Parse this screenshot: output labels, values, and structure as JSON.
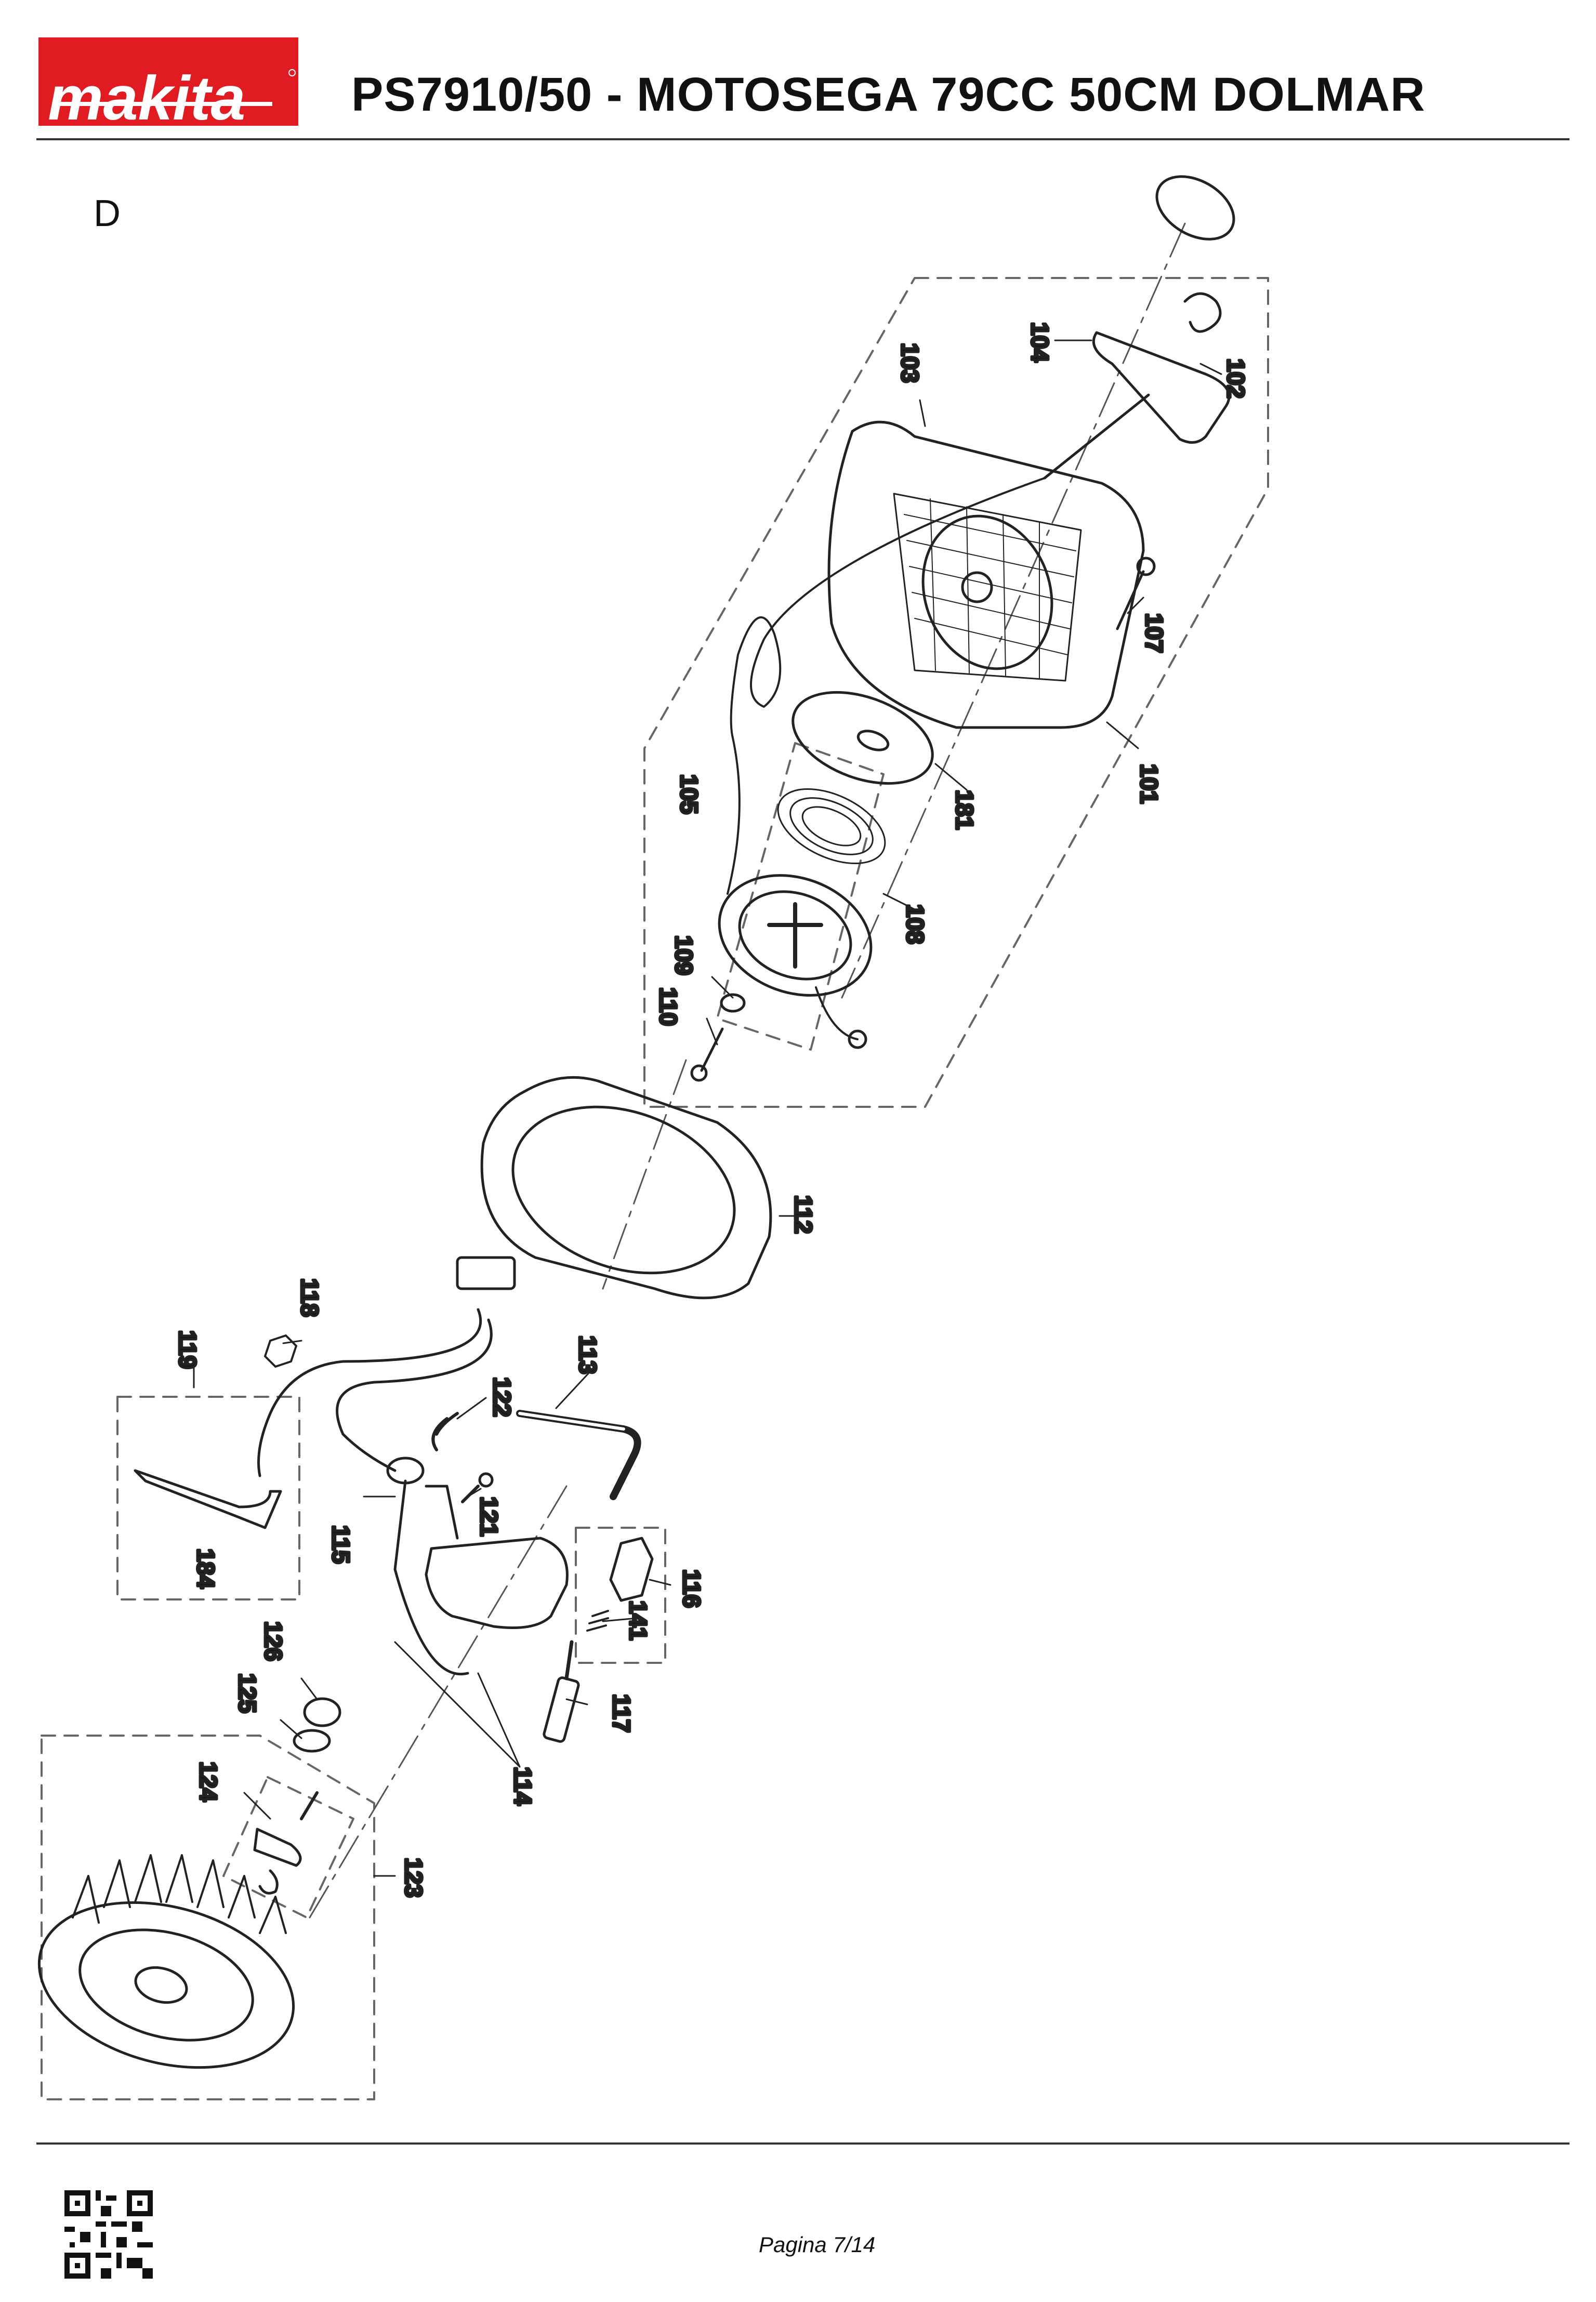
{
  "header": {
    "logo_text": "makita",
    "title": "PS7910/50 - MOTOSEGA 79CC 50CM DOLMAR"
  },
  "section_letter": "D",
  "parts": {
    "p101": "101",
    "p102": "102",
    "p103": "103",
    "p104": "104",
    "p105": "105",
    "p107": "107",
    "p108": "108",
    "p109": "109",
    "p110": "110",
    "p112": "112",
    "p113": "113",
    "p114": "114",
    "p115": "115",
    "p116": "116",
    "p117": "117",
    "p118": "118",
    "p119": "119",
    "p121": "121",
    "p122": "122",
    "p123": "123",
    "p124": "124",
    "p125": "125",
    "p126": "126",
    "p141": "141",
    "p181": "181",
    "p184": "184"
  },
  "footer": {
    "page": "Pagina 7/14"
  },
  "colors": {
    "brand_red": "#e11b22",
    "line": "#222222",
    "dash": "#666666"
  }
}
